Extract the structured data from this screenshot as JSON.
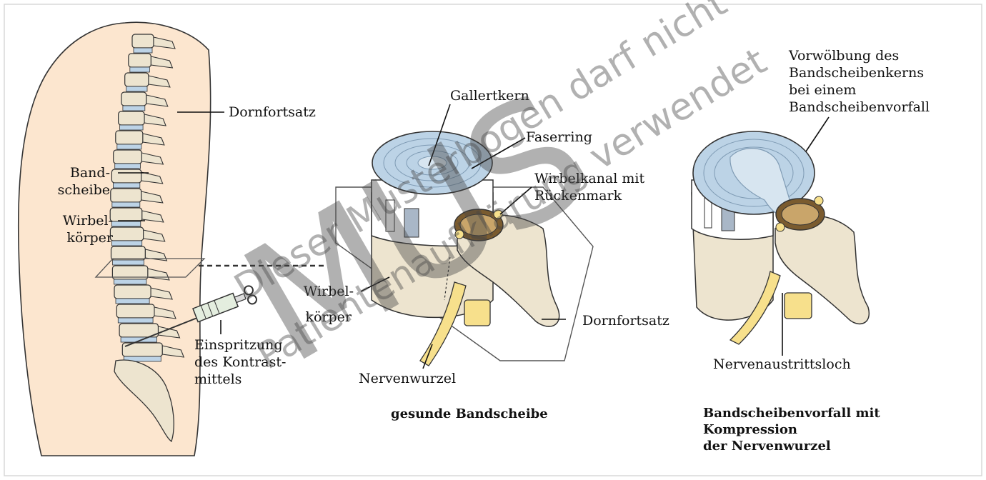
{
  "watermark": {
    "big": "MUS",
    "line1": "Dieser Musterbogen darf nicht",
    "line2": "Patientenaufklärung verwendet"
  },
  "spine_labels": {
    "dornfortsatz": "Dornfortsatz",
    "bandscheibe_1": "Band-",
    "bandscheibe_2": "scheibe",
    "wirbel_1": "Wirbel-",
    "wirbel_2": "körper",
    "einspritzung_1": "Einspritzung",
    "einspritzung_2": "des Kontrast-",
    "einspritzung_3": "mittels"
  },
  "healthy": {
    "gallertkern": "Gallertkern",
    "faserring": "Faserring",
    "wirbelkanal_1": "Wirbelkanal mit",
    "wirbelkanal_2": "Rückenmark",
    "wirbel_1": "Wirbel-",
    "wirbel_2": "körper",
    "dornfortsatz": "Dornfortsatz",
    "nervenwurzel": "Nervenwurzel",
    "caption": "gesunde Bandscheibe"
  },
  "herniated": {
    "vorwoelbung_1": "Vorwölbung des",
    "vorwoelbung_2": "Bandscheibenkerns",
    "vorwoelbung_3": "bei einem",
    "vorwoelbung_4": "Bandscheibenvorfall",
    "nervenaustritt": "Nervenaustrittsloch",
    "caption_1": "Bandscheibenvorfall mit",
    "caption_2": "Kompression",
    "caption_3": "der Nervenwurzel"
  },
  "colors": {
    "skin": "#fce6cf",
    "bone": "#ede4cf",
    "disc": "#bcd3e6",
    "nerve": "#f7e08c",
    "border": "#d8d8d8"
  }
}
